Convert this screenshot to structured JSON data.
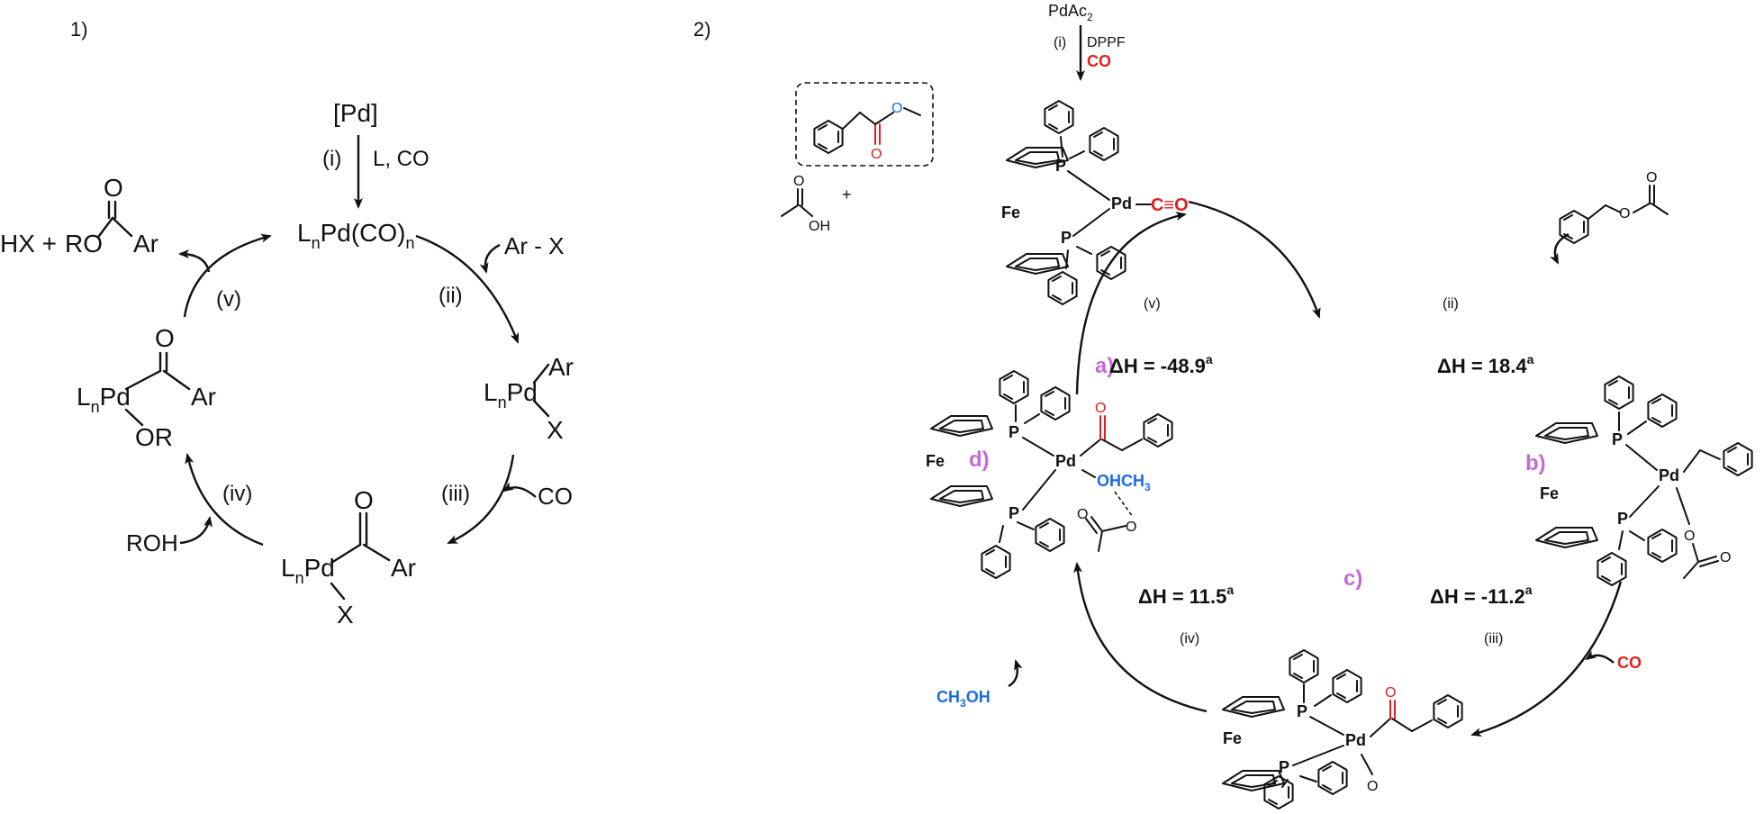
{
  "panel1": {
    "label": "1)",
    "pd_start": "[Pd]",
    "step_i_label": "(i)",
    "step_i_reagents": "L, CO",
    "lnpd_co_main": "L",
    "lnpd_co_sub": "n",
    "lnpd_co_rest": "Pd(CO)",
    "lnpd_co_sub2": "n",
    "reagent_arx": "Ar - X",
    "step_ii": "(ii)",
    "oxadd_lnpd": "L",
    "oxadd_sub": "n",
    "oxadd_pd": "Pd",
    "oxadd_ar": "Ar",
    "oxadd_x": "X",
    "step_iii": "(iii)",
    "reagent_co": "CO",
    "acyl_lnpd": "L",
    "acyl_sub": "n",
    "acyl_pd": "Pd",
    "acyl_o": "O",
    "acyl_ar": "Ar",
    "acyl_x": "X",
    "step_iv": "(iv)",
    "reagent_roh": "ROH",
    "alkoxy_lnpd": "L",
    "alkoxy_sub": "n",
    "alkoxy_pd": "Pd",
    "alkoxy_o": "O",
    "alkoxy_ar": "Ar",
    "alkoxy_or": "OR",
    "step_v": "(v)",
    "product_hx": "HX +",
    "product_ro": "RO",
    "product_o": "O",
    "product_ar": "Ar"
  },
  "panel2": {
    "label": "2)",
    "top_reagent": "PdAc",
    "top_reagent_sub": "2",
    "step_i": "(i)",
    "step_i_dppf": "DPPF",
    "step_i_co": "CO",
    "complex_a_label": "a)",
    "complex_b_label": "b)",
    "complex_c_label": "c)",
    "complex_d_label": "d)",
    "fe": "Fe",
    "p": "P",
    "pd": "Pd",
    "o": "O",
    "c_triple_o": "C≡O",
    "ohch3": "OHCH",
    "ohch3_sub": "3",
    "step_ii": "(ii)",
    "step_iii": "(iii)",
    "step_iv": "(iv)",
    "step_v": "(v)",
    "dh_ii": "ΔH = 18.4",
    "dh_iii": "ΔH = -11.2",
    "dh_iv": "ΔH = 11.5",
    "dh_v": "ΔH = -48.9",
    "dh_sup": "a",
    "co_reagent": "CO",
    "ch3oh_ch": "CH",
    "ch3oh_sub": "3",
    "ch3oh_oh": "OH",
    "acetic_oh": "OH",
    "acetic_o": "O",
    "plus": "+"
  },
  "colors": {
    "red": "#e02020",
    "blue": "#1d6ae5",
    "label_pink": "#c56ad6"
  }
}
